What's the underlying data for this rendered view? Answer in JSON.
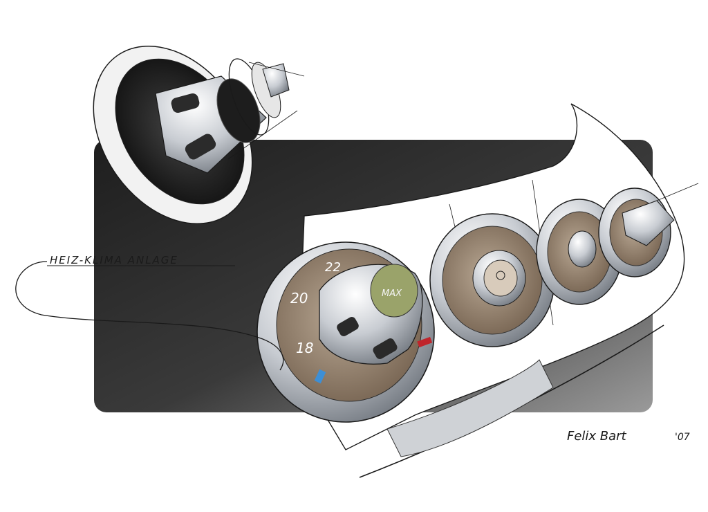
{
  "annotation": {
    "label": "HEIZ-KLIMA ANLAGE"
  },
  "dial": {
    "ticks": [
      "18",
      "20",
      "22"
    ],
    "max_label": "MAX",
    "red_marker_color": "#c0242b",
    "blue_marker_color": "#3d8fd6"
  },
  "signature": {
    "artist": "Felix Bart",
    "year": "'07"
  },
  "colors": {
    "panel_dark": "#262626",
    "panel_light": "#8a8a8a",
    "dial_face": "#8f7a66",
    "chrome": "#d9dde2",
    "ink": "#1a1a1a"
  }
}
